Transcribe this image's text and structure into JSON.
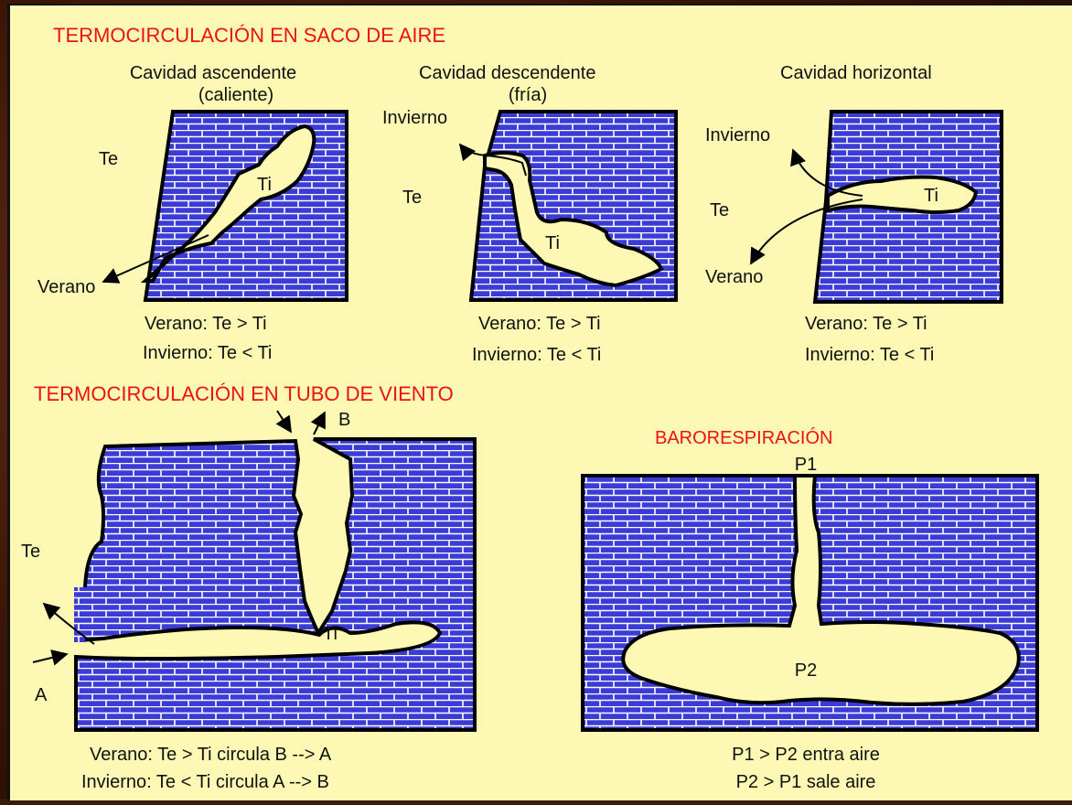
{
  "colors": {
    "background": "#fdf9b4",
    "rock_fill": "#3b3bd6",
    "mortar": "#ffffff",
    "heading": "#ee1111",
    "outline": "#000000"
  },
  "section1": {
    "title": "TERMOCIRCULACIÓN EN SACO DE AIRE",
    "panels": [
      {
        "title_line1": "Cavidad ascendente",
        "title_line2": "(caliente)",
        "te": "Te",
        "ti": "Ti",
        "arrow_label": "Verano",
        "cond1": "Verano: Te > Ti",
        "cond2": "Invierno: Te < Ti"
      },
      {
        "title_line1": "Cavidad descendente",
        "title_line2": "(fría)",
        "te": "Te",
        "ti": "Ti",
        "arrow_label": "Invierno",
        "cond1": "Verano: Te > Ti",
        "cond2": "Invierno: Te < Ti"
      },
      {
        "title_line1": "Cavidad horizontal",
        "te": "Te",
        "ti": "Ti",
        "arrow_label_top": "Invierno",
        "arrow_label_bottom": "Verano",
        "cond1": "Verano: Te > Ti",
        "cond2": "Invierno: Te < Ti"
      }
    ]
  },
  "section2": {
    "title": "TERMOCIRCULACIÓN EN TUBO DE VIENTO",
    "te": "Te",
    "ti": "Ti",
    "label_a": "A",
    "label_b": "B",
    "cond1": "Verano: Te > Ti circula B --> A",
    "cond2": "Invierno: Te < Ti circula A --> B"
  },
  "section3": {
    "title": "BARORESPIRACIÓN",
    "p1": "P1",
    "p2": "P2",
    "cond1": "P1 > P2 entra aire",
    "cond2": "P2 > P1 sale aire"
  }
}
